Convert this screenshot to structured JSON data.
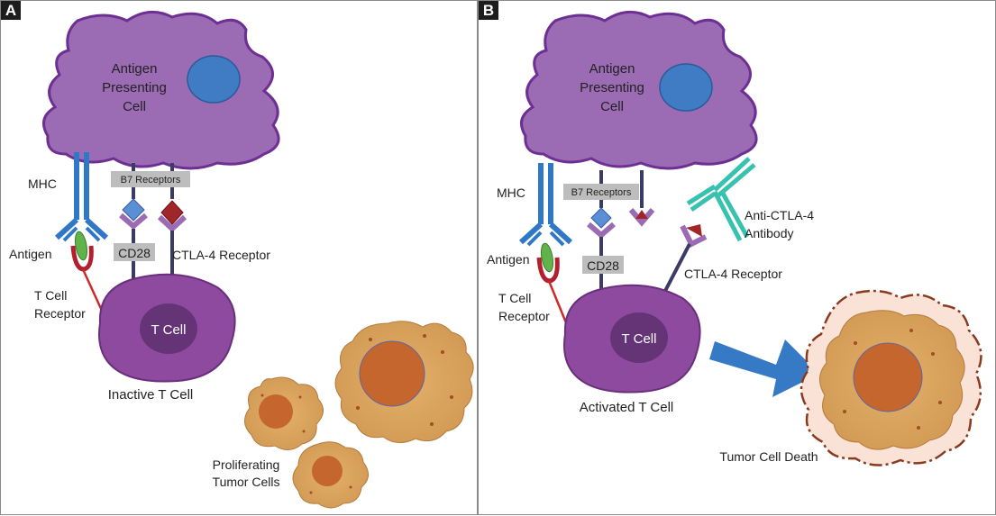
{
  "panel_a": {
    "label": "A",
    "apc_label": [
      "Antigen",
      "Presenting",
      "Cell"
    ],
    "mhc": "MHC",
    "b7": "B7 Receptors",
    "antigen": "Antigen",
    "cd28": "CD28",
    "ctla4": "CTLA-4 Receptor",
    "tcr": [
      "T Cell",
      "Receptor"
    ],
    "tcell": "T Cell",
    "caption": "Inactive T Cell",
    "tumor_label": [
      "Proliferating",
      "Tumor Cells"
    ]
  },
  "panel_b": {
    "label": "B",
    "apc_label": [
      "Antigen",
      "Presenting",
      "Cell"
    ],
    "mhc": "MHC",
    "b7": "B7 Receptors",
    "antigen": "Antigen",
    "cd28": "CD28",
    "antibody": [
      "Anti-CTLA-4",
      "Antibody"
    ],
    "ctla4": "CTLA-4 Receptor",
    "tcr": [
      "T Cell",
      "Receptor"
    ],
    "tcell": "T Cell",
    "caption": "Activated T Cell",
    "death": "Tumor Cell Death"
  },
  "colors": {
    "apc_fill": "#9b6bb4",
    "apc_stroke": "#6e2f93",
    "nucleus": "#3f7cc4",
    "mhc": "#2f78c8",
    "tcell_fill": "#8e4a9f",
    "tcell_nucleus": "#643477",
    "tumor_fill": "#d9a25c",
    "tumor_core": "#c4662d",
    "ctla4": "#a0262a",
    "b7_blue": "#5b8ed4",
    "antibody": "#37c2b0",
    "arrow": "#3679c4"
  }
}
